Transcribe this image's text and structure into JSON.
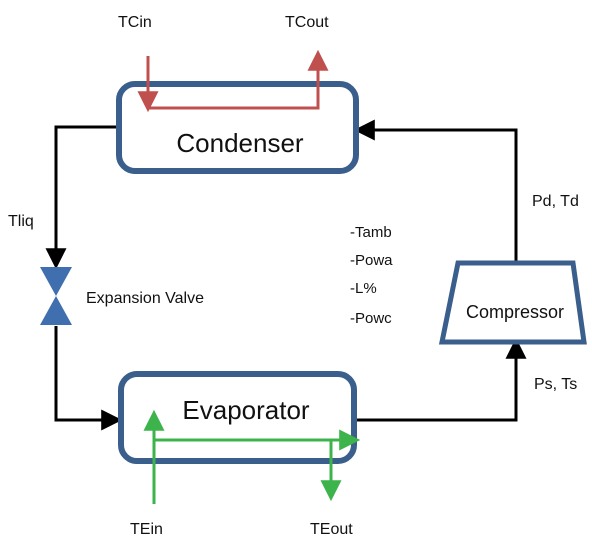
{
  "components": {
    "condenser": "Condenser",
    "evaporator": "Evaporator",
    "compressor": "Compressor",
    "expansion_valve": "Expansion Valve"
  },
  "sensors": {
    "tc_in": "TCin",
    "tc_out": "TCout",
    "te_in": "TEin",
    "te_out": "TEout",
    "t_liq": "Tliq",
    "pd_td": "Pd, Td",
    "ps_ts": "Ps, Ts"
  },
  "measurements_list": [
    "-Tamb",
    "-Powa",
    "-L%",
    "-Powc"
  ],
  "colors": {
    "component_border": "#3a5f8c",
    "valve_fill": "#3f6fae",
    "refrigerant_line": "#000000",
    "condenser_water": "#c0504d",
    "evaporator_water": "#3cb44b"
  }
}
